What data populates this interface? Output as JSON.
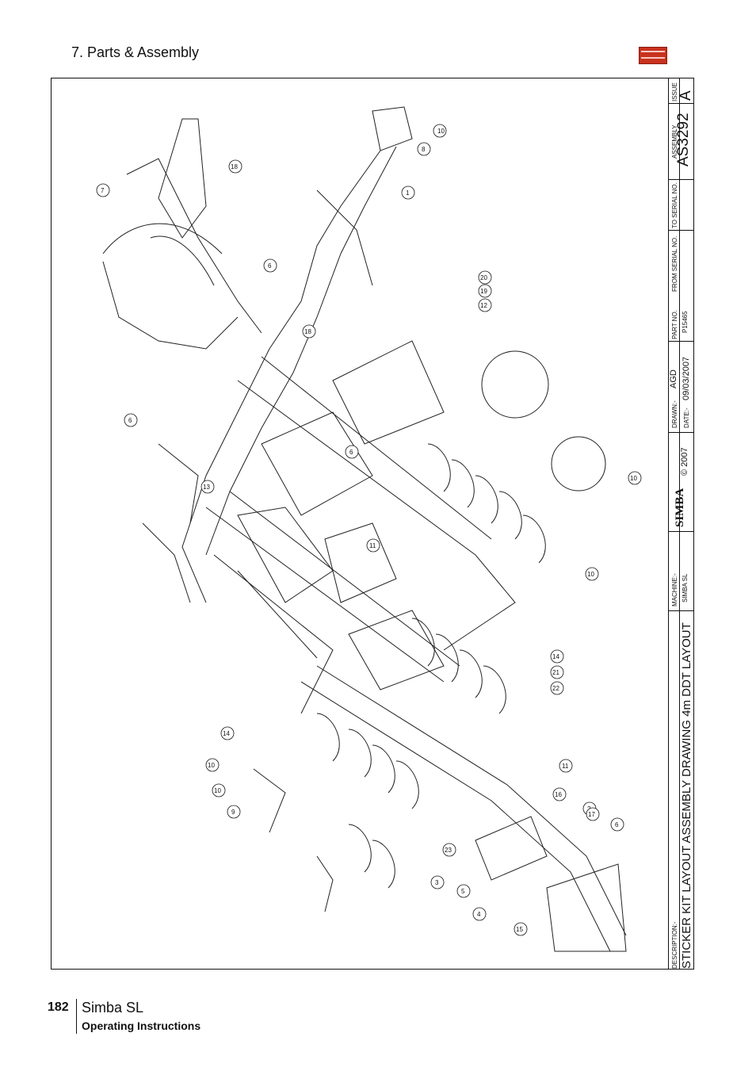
{
  "header": {
    "title": "7. Parts & Assembly",
    "logo_icon": "simba-logo-icon"
  },
  "drawing": {
    "callouts": [
      "10",
      "8",
      "1",
      "18",
      "7",
      "6",
      "12",
      "19",
      "20",
      "18",
      "6",
      "6",
      "13",
      "11",
      "10",
      "10",
      "14",
      "21",
      "22",
      "14",
      "10",
      "10",
      "9",
      "11",
      "2",
      "16",
      "17",
      "6",
      "23",
      "3",
      "5",
      "4",
      "15"
    ]
  },
  "title_block": {
    "description_label": "DESCRIPTION:-",
    "description": "STICKER KIT LAYOUT ASSEMBLY DRAWING 4m DDT LAYOUT",
    "machine_label": "MACHINE:-",
    "machine": "SIMBA SL",
    "brand": "SIMBA",
    "copyright": "© 2007",
    "drawn_label": "DRAWN:-",
    "drawn": "AGD",
    "date_label": "DATE:-",
    "date": "09/03/2007",
    "part_no_label": "PART NO.",
    "part_no": "P15465",
    "from_serial_label": "FROM SERIAL NO.",
    "to_serial_label": "TO SERIAL NO.",
    "assembly_label": "ASSEMBLY",
    "assembly": "AS3292",
    "issue_label": "ISSUE",
    "issue": "A"
  },
  "footer": {
    "page_number": "182",
    "product": "Simba SL",
    "doc_type": "Operating Instructions"
  }
}
